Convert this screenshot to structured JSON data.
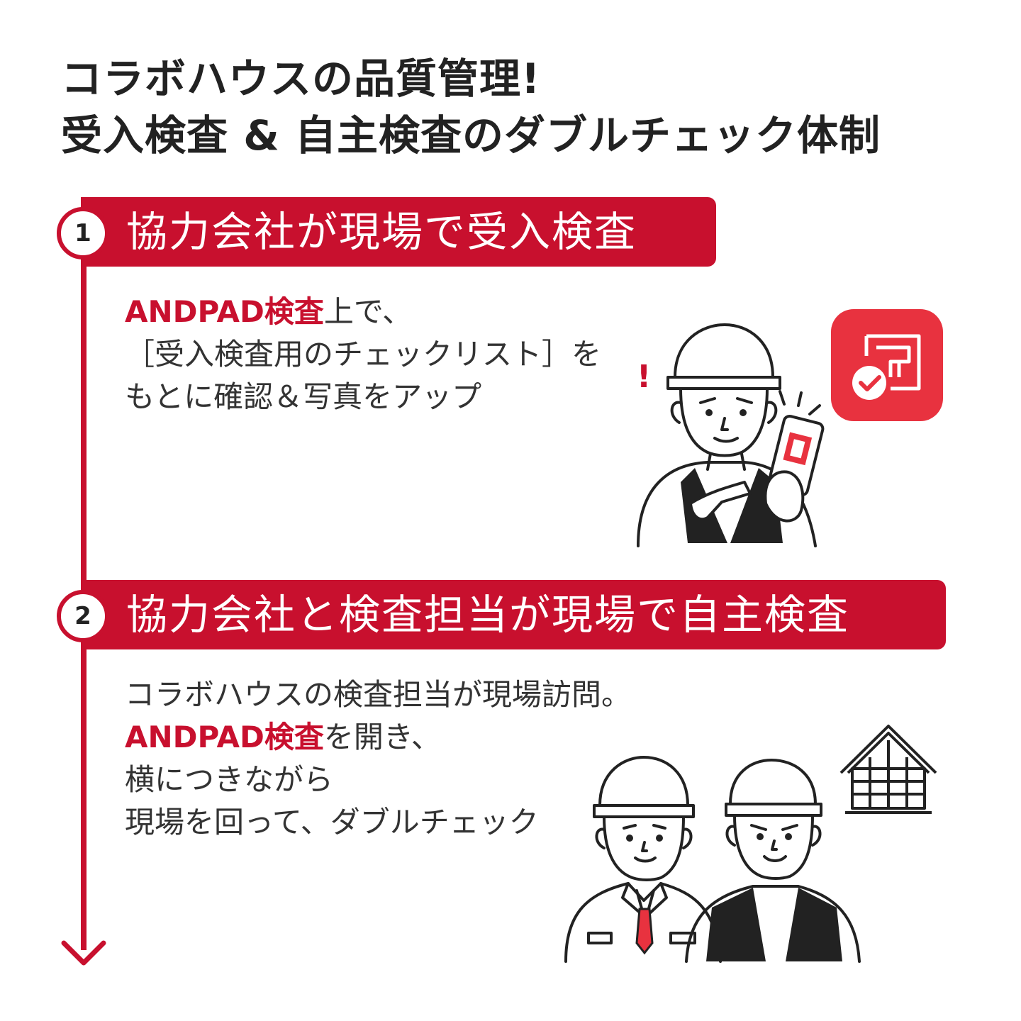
{
  "title": {
    "line1": "コラボハウスの品質管理!",
    "line2": "受入検査 & 自主検査のダブルチェック体制"
  },
  "steps": [
    {
      "number": "1",
      "heading": "協力会社が現場で受入検査",
      "lines": [
        {
          "highlight": "ANDPAD検査",
          "text": "上で、"
        },
        {
          "highlight": "",
          "text": "［受入検査用のチェックリスト］を"
        },
        {
          "highlight": "",
          "text": "もとに確認＆写真をアップ"
        }
      ]
    },
    {
      "number": "2",
      "heading": "協力会社と検査担当が現場で自主検査",
      "lines": [
        {
          "highlight": "",
          "text": "コラボハウスの検査担当が現場訪問。"
        },
        {
          "highlight": "ANDPAD検査",
          "text": "を開き、"
        },
        {
          "highlight": "",
          "text": "横につきながら"
        },
        {
          "highlight": "",
          "text": "現場を回って、ダブルチェック"
        }
      ]
    }
  ],
  "exclamation": "!",
  "colors": {
    "accent": "#c8102e",
    "app_icon": "#e8323f",
    "text": "#222222"
  },
  "icons": [
    "app-icon",
    "worker-with-phone-icon",
    "inspectors-icon",
    "house-icon",
    "arrow-down-icon"
  ]
}
